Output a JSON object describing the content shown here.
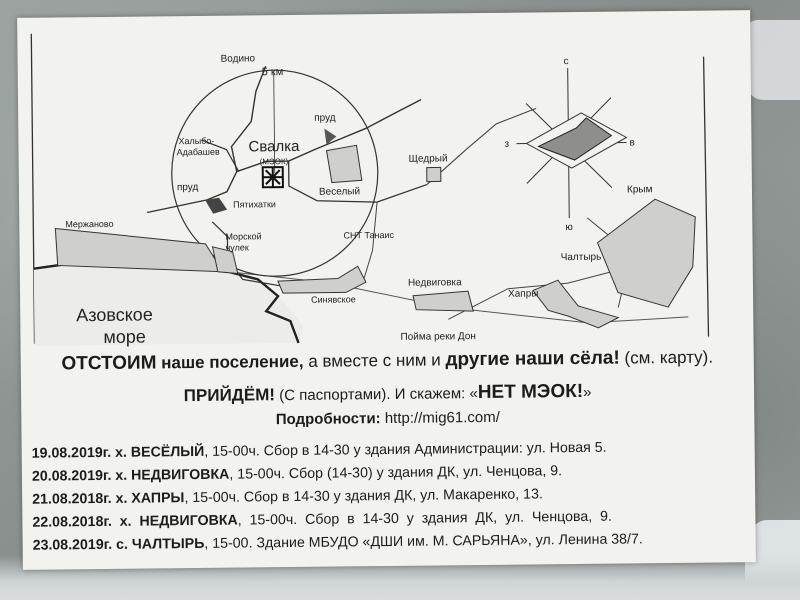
{
  "map": {
    "labels": {
      "vodino": "Водино",
      "five_km": "5 км",
      "pond1": "пруд",
      "svalka": "Свалка",
      "meok": "(МЭОК)",
      "halbo": "Халыбо-",
      "adabashev": "Адабашев",
      "pond2": "пруд",
      "pyatikhatki": "Пятихатки",
      "merzhanovo": "Мержаново",
      "morskoy": "Морской",
      "chulek": "чулек",
      "veselyy": "Веселый",
      "shchedryy": "Щедрый",
      "snt_tanais": "СНТ Танаис",
      "nedvigovka": "Недвиговка",
      "sinyavskoe": "Синявское",
      "khapry": "Хапры",
      "chaltyr": "Чалтырь",
      "krym": "Крым",
      "sea1": "Азовское",
      "sea2": "море",
      "river": "Пойма реки Дон",
      "compass_n": "с",
      "compass_s": "ю",
      "compass_w": "з",
      "compass_e": "в"
    }
  },
  "text": {
    "line1": {
      "a": "ОТСТОИМ",
      "b": " наше поселение, ",
      "c": "а вместе с ним и ",
      "d": "другие наши сёла!",
      "e": " (см. карту)."
    },
    "line2": {
      "a": "ПРИЙДЁМ!",
      "b": " (С паспортами). И скажем: «",
      "c": "НЕТ МЭОК!",
      "d": "»"
    },
    "line3": {
      "label": "Подробности:",
      "url": " http://mig61.com/"
    },
    "events": [
      {
        "date": "19.08.2019г. х. ВЕСЁЛЫЙ",
        "rest": ", 15-00ч. Сбор в 14-30 у здания Администрации: ул. Новая 5."
      },
      {
        "date": "20.08.2019г. х. НЕДВИГОВКА",
        "rest": ", 15-00ч. Сбор (14-30) у здания ДК, ул. Ченцова, 9."
      },
      {
        "date": "21.08.2018г. х. ХАПРЫ",
        "rest": ", 15-00ч. Сбор в 14-30 у здания ДК, ул. Макаренко, 13."
      },
      {
        "date": "22.08.2018г.  х.  НЕДВИГОВКА",
        "rest": ",  15-00ч.  Сбор  в  14-30  у  здания  ДК,  ул.  Ченцова,  9."
      },
      {
        "date": "23.08.2019г. с. ЧАЛТЫРЬ",
        "rest": ", 15-00. Здание МБУДО «ДШИ им. М. САРЬЯНА», ул. Ленина 38/7."
      }
    ]
  }
}
